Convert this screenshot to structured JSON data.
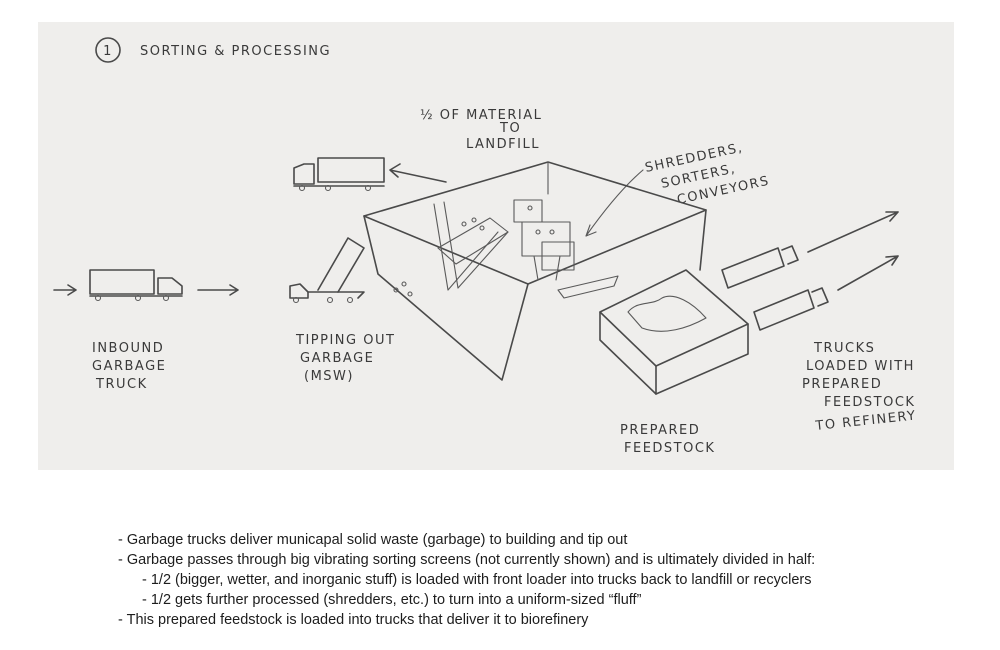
{
  "diagram": {
    "step_number": "1",
    "title": "SORTING & PROCESSING",
    "labels": {
      "landfill_line1": "½ OF MATERIAL",
      "landfill_line2": "TO",
      "landfill_line3": "LANDFILL",
      "shredders_line1": "SHREDDERS,",
      "shredders_line2": "SORTERS,",
      "shredders_line3": "CONVEYORS",
      "inbound_line1": "INBOUND",
      "inbound_line2": "GARBAGE",
      "inbound_line3": "TRUCK",
      "tipping_line1": "TIPPING OUT",
      "tipping_line2": "GARBAGE",
      "tipping_line3": "(MSW)",
      "feedstock_line1": "PREPARED",
      "feedstock_line2": "FEEDSTOCK",
      "trucks_line1": "TRUCKS",
      "trucks_line2": "LOADED WITH",
      "trucks_line3": "PREPARED",
      "trucks_line4": "FEEDSTOCK",
      "trucks_line5": "TO REFINERY"
    }
  },
  "notes": {
    "line1": "- Garbage trucks deliver municapal solid waste (garbage) to building and tip out",
    "line2": "- Garbage passes through big vibrating sorting screens (not currently shown) and is ultimately divided in half:",
    "line3": "- 1/2 (bigger, wetter, and inorganic stuff) is loaded with front loader into trucks back to landfill or recyclers",
    "line4": "- 1/2 gets further processed (shredders, etc.) to turn into a uniform-sized “fluff”",
    "line5": "- This prepared feedstock is loaded into trucks that deliver it to biorefinery"
  }
}
